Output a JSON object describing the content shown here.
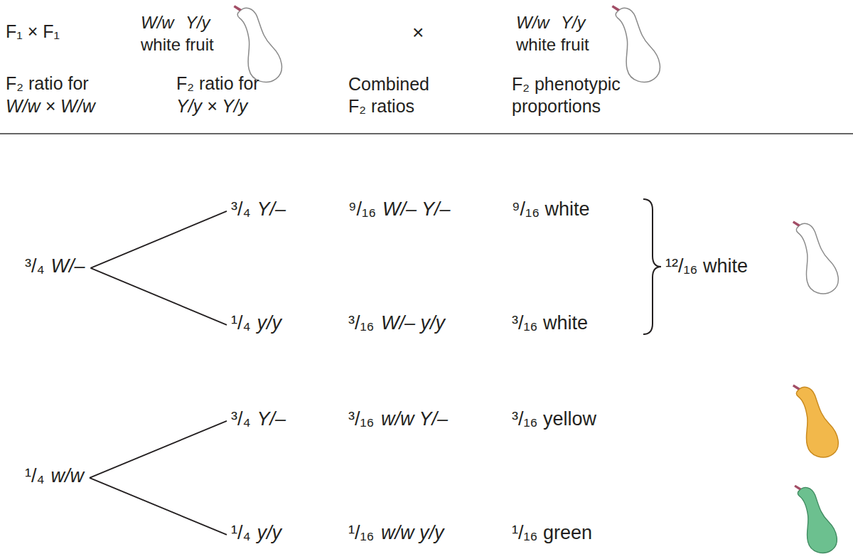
{
  "diagram": {
    "nodes": [
      {
        "text": [
          "³/₄",
          "W/–"
        ]
      },
      {
        "text": [
          "³/₄",
          "Y/–"
        ]
      },
      {
        "text": [
          "¹/₄",
          "y/y"
        ]
      },
      {
        "text": [
          "¹/₄",
          "w/w"
        ]
      },
      {
        "text": [
          "³/₄",
          "Y/–"
        ]
      },
      {
        "text": [
          "¹/₄",
          "y/y"
        ]
      }
    ],
    "edges": [
      {
        "from": 0,
        "to": 1,
        "arrow": "none"
      },
      {
        "from": 0,
        "to": 2,
        "arrow": "none"
      },
      {
        "from": 3,
        "to": 4,
        "arrow": "none"
      },
      {
        "from": 3,
        "to": 5,
        "arrow": "none"
      }
    ],
    "labels": [
      "F₁ × F₁",
      "W/w Y/y",
      "white fruit",
      "×",
      "W/w Y/y",
      "white fruit",
      "F₂ ratio for",
      "W/w × W/w",
      "F₂ ratio for",
      "Y/y × Y/y",
      "Combined F₂ ratios",
      "F₂ phenotypic proportions",
      "⁹/₁₆",
      "W/– Y/–",
      "⁹/₁₆ white",
      "³/₁₆",
      "W/– y/y",
      "³/₁₆ white",
      "¹²/₁₆ white",
      "³/₁₆",
      "w/w Y/–",
      "³/₁₆ yellow",
      "¹/₁₆",
      "w/w y/y",
      "¹/₁₆ green"
    ]
  }
}
